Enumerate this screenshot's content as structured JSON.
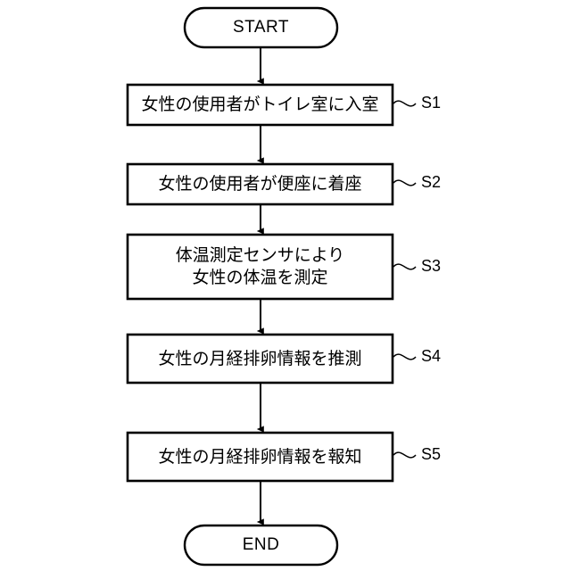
{
  "diagram": {
    "type": "flowchart",
    "orientation": "vertical",
    "background_color": "#ffffff",
    "line_color": "#000000",
    "nodes": [
      {
        "id": "start",
        "shape": "terminal",
        "label": "START"
      },
      {
        "id": "s1",
        "shape": "process",
        "lines": [
          "女性の使用者がトイレ室に入室"
        ],
        "step": "S1"
      },
      {
        "id": "s2",
        "shape": "process",
        "lines": [
          "女性の使用者が便座に着座"
        ],
        "step": "S2"
      },
      {
        "id": "s3",
        "shape": "process",
        "lines": [
          "体温測定センサにより",
          "女性の体温を測定"
        ],
        "step": "S3"
      },
      {
        "id": "s4",
        "shape": "process",
        "lines": [
          "女性の月経排卵情報を推測"
        ],
        "step": "S4"
      },
      {
        "id": "s5",
        "shape": "process",
        "lines": [
          "女性の月経排卵情報を報知"
        ],
        "step": "S5"
      },
      {
        "id": "end",
        "shape": "terminal",
        "label": "END"
      }
    ],
    "connectors": [
      {
        "from": "start",
        "to": "s1",
        "arrow": "down"
      },
      {
        "from": "s1",
        "to": "s2",
        "arrow": "down"
      },
      {
        "from": "s2",
        "to": "s3",
        "arrow": "down"
      },
      {
        "from": "s3",
        "to": "s4",
        "arrow": "down"
      },
      {
        "from": "s4",
        "to": "s5",
        "arrow": "down"
      },
      {
        "from": "s5",
        "to": "end",
        "arrow": "down"
      }
    ]
  }
}
